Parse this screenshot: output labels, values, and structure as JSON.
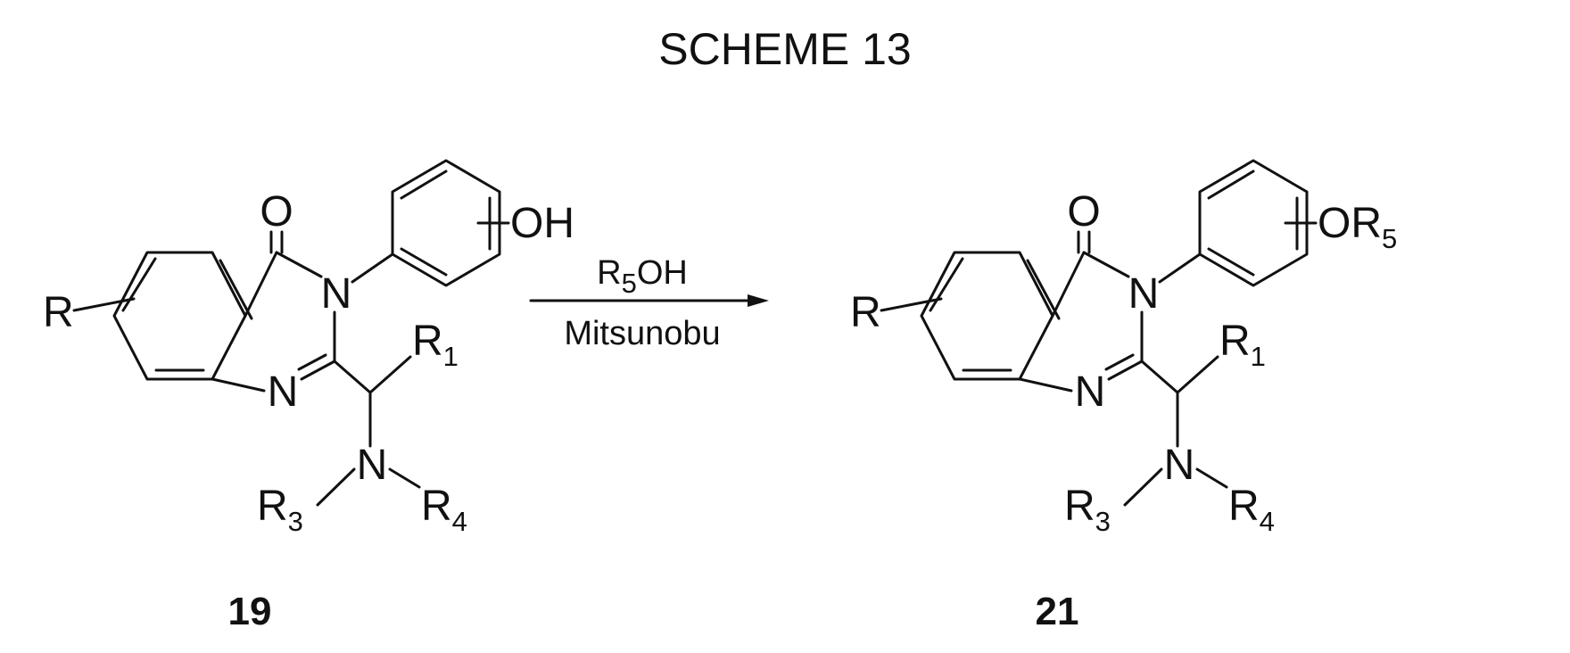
{
  "scheme": {
    "title": "SCHEME 13"
  },
  "atoms": {
    "carbonyl_o": "O",
    "n3": "N",
    "n1": "N",
    "amine_n": "N",
    "ring_sub": "R",
    "r_main": "R",
    "r_sub_1": "1",
    "r_sub_3": "3",
    "r_sub_4": "4",
    "hydroxyl": "OH",
    "ether_o": "OR",
    "r_sub_5": "5"
  },
  "reaction": {
    "reagent_main": "R",
    "reagent_sub": "5",
    "reagent_tail": "OH",
    "condition": "Mitsunobu"
  },
  "compounds": {
    "starting_label": "19",
    "product_label": "21"
  }
}
